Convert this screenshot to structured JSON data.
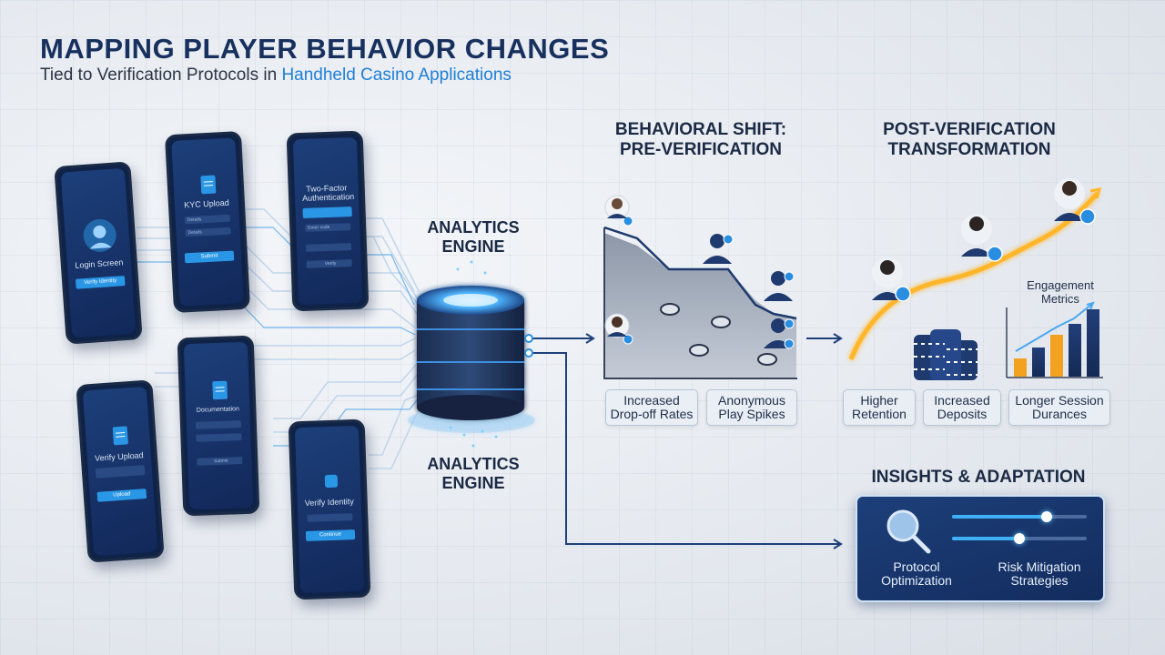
{
  "header": {
    "title": "MAPPING PLAYER BEHAVIOR CHANGES",
    "subtitle_prefix": "Tied to Verification Protocols in ",
    "subtitle_highlight": "Handheld Casino Applications"
  },
  "phones": [
    {
      "id": "login",
      "title": "Login Screen",
      "button": "Verify Identity"
    },
    {
      "id": "kyc",
      "title": "KYC Upload",
      "field1": "Details",
      "field2": "Details",
      "button": "Submit"
    },
    {
      "id": "twofa",
      "title": "Two-Factor Authentication",
      "field1": "Enter code",
      "button": "Verify"
    },
    {
      "id": "verify1",
      "title": "Verify Upload",
      "button": "Upload"
    },
    {
      "id": "doc",
      "title": "Documentation",
      "button": "Submit"
    },
    {
      "id": "verify2",
      "title": "Verify Identity",
      "button": "Continue"
    }
  ],
  "engine": {
    "label_top_line1": "ANALYTICS",
    "label_top_line2": "ENGINE",
    "label_bottom_line1": "ANALYTICS",
    "label_bottom_line2": "ENGINE"
  },
  "pre_verification": {
    "title_line1": "BEHAVIORAL SHIFT:",
    "title_line2": "PRE-VERIFICATION",
    "chips": [
      "Increased Drop-off Rates",
      "Anonymous Play Spikes"
    ]
  },
  "post_verification": {
    "title_line1": "POST-VERIFICATION",
    "title_line2": "TRANSFORMATION",
    "chart_label_line1": "Engagement",
    "chart_label_line2": "Metrics",
    "chips": [
      "Higher Retention",
      "Increased Deposits",
      "Longer Session Durances"
    ]
  },
  "insights": {
    "title": "INSIGHTS & ADAPTATION",
    "labels": [
      "Protocol Optimization",
      "Risk Mitigation Strategies"
    ],
    "slider_levels": [
      0.7,
      0.5
    ]
  },
  "colors": {
    "navy": "#17305e",
    "accent_blue": "#2a8ee0",
    "glow_orange": "#ffb629",
    "phone_screen": "#1d3f7a"
  }
}
